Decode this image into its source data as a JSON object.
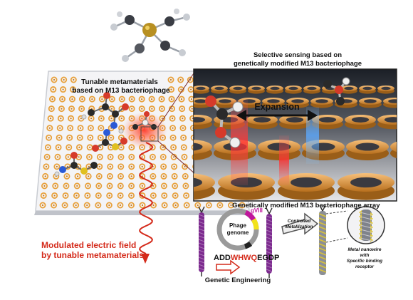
{
  "metamaterial": {
    "title_line1": "Tunable metamaterials",
    "title_line2": "based on M13 bacteriophage"
  },
  "sensing": {
    "title_line1": "Selective sensing based on",
    "title_line2": "genetically modified M13 bacteriophage",
    "expansion_label": "Expansion"
  },
  "array_label": "Genetically modified M13 bacteriophage array",
  "field": {
    "line1": "Modulated electric field",
    "line2": "by tunable metamaterials"
  },
  "phage": {
    "gene_label": "gVIII",
    "genome_line1": "Phage",
    "genome_line2": "genome",
    "sequence_prefix": "ADD",
    "sequence_insert": "WHWQ",
    "sequence_suffix": "EGDP",
    "engineering_label": "Genetic Engineering",
    "metallization_line1": "Controlled",
    "metallization_line2": "Metallization",
    "nanowire_line1": "Metal nanowire",
    "nanowire_line2": "with",
    "nanowire_line3": "Specific binding",
    "nanowire_line4": "receptor"
  },
  "colors": {
    "ring": "#e8a13c",
    "ring_dark": "#c77a1e",
    "field_red": "#d42a1a",
    "phage_purple": "#7d2b8f",
    "insert_red": "#d42a1a",
    "gene_magenta": "#c0179c",
    "genome_yellow": "#f2e21b"
  }
}
